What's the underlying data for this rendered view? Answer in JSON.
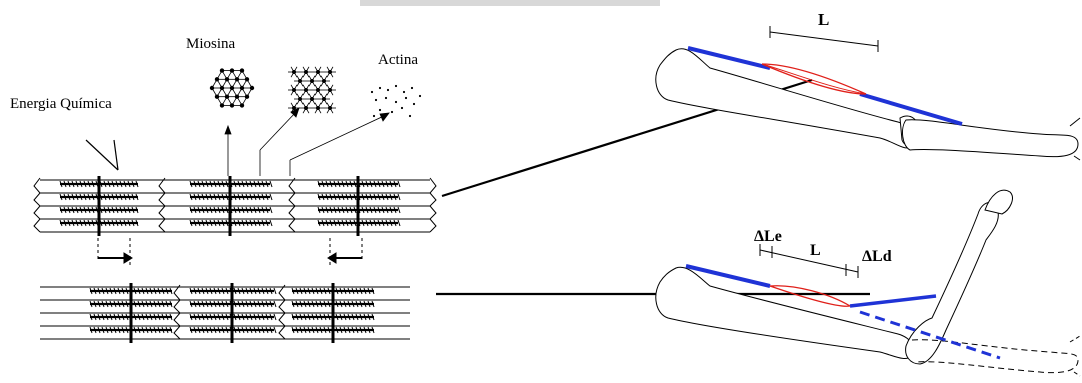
{
  "left_panel": {
    "label_miosina": "Miosina",
    "label_actina": "Actina",
    "label_energia": "Energia Química"
  },
  "right_panel": {
    "label_L_top": "L",
    "label_delta_le": "ΔLe",
    "label_L_bottom": "L",
    "label_delta_ld": "ΔLd"
  },
  "colors": {
    "tendon": "#1f33d6",
    "muscle": "#e0201a",
    "line": "#000000"
  }
}
